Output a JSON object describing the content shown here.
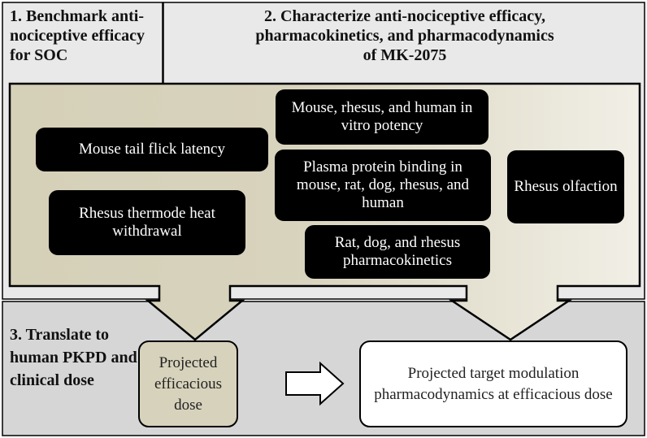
{
  "sections": {
    "s1": "1. Benchmark anti-nociceptive efficacy for SOC",
    "s2_line1": "2. Characterize anti-nociceptive efficacy,",
    "s2_line2": "pharmacokinetics, and pharmacodynamics",
    "s2_line3": "of MK-2075",
    "s3": "3. Translate to human PKPD and clinical dose"
  },
  "boxes": {
    "mouse_tail": "Mouse tail flick latency",
    "rhesus_thermode": "Rhesus thermode heat withdrawal",
    "in_vitro": "Mouse, rhesus, and human in vitro potency",
    "ppb": "Plasma protein binding in mouse, rat, dog, rhesus, and human",
    "olfaction": "Rhesus olfaction",
    "pk": "Rat, dog, and rhesus pharmacokinetics"
  },
  "outputs": {
    "efficacious_dose": "Projected efficacious dose",
    "target_modulation": "Projected target modulation pharmacodynamics at efficacious dose"
  },
  "colors": {
    "panel_left": "#d7d2bb",
    "panel_right": "#eceade",
    "section3_bg": "#d6d6d6",
    "outer_bg": "#e9e9e9",
    "pill": "#000000"
  }
}
